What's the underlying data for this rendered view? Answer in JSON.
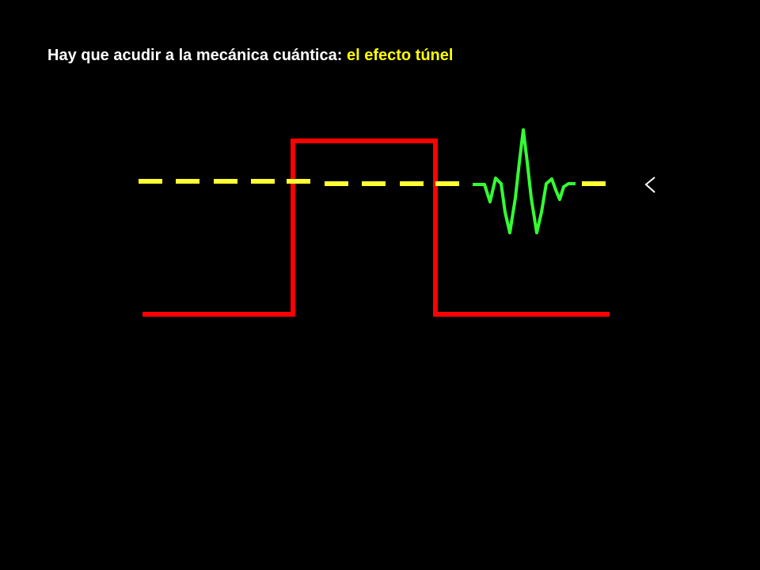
{
  "slide": {
    "title_main": "Hay que acudir a la mecánica cuántica: ",
    "title_accent": "el efecto túnel"
  },
  "colors": {
    "background": "#000000",
    "title_text": "#ffffff",
    "title_accent": "#ffff00",
    "barrier": "#ff0000",
    "energy_level": "#ffff33",
    "wave_packet": "#33ff33",
    "arrow": "#ffffff"
  },
  "diagram": {
    "elements": [
      "potential-barrier",
      "energy-level-dashed-line",
      "wave-packet",
      "incoming-arrow-icon"
    ]
  }
}
